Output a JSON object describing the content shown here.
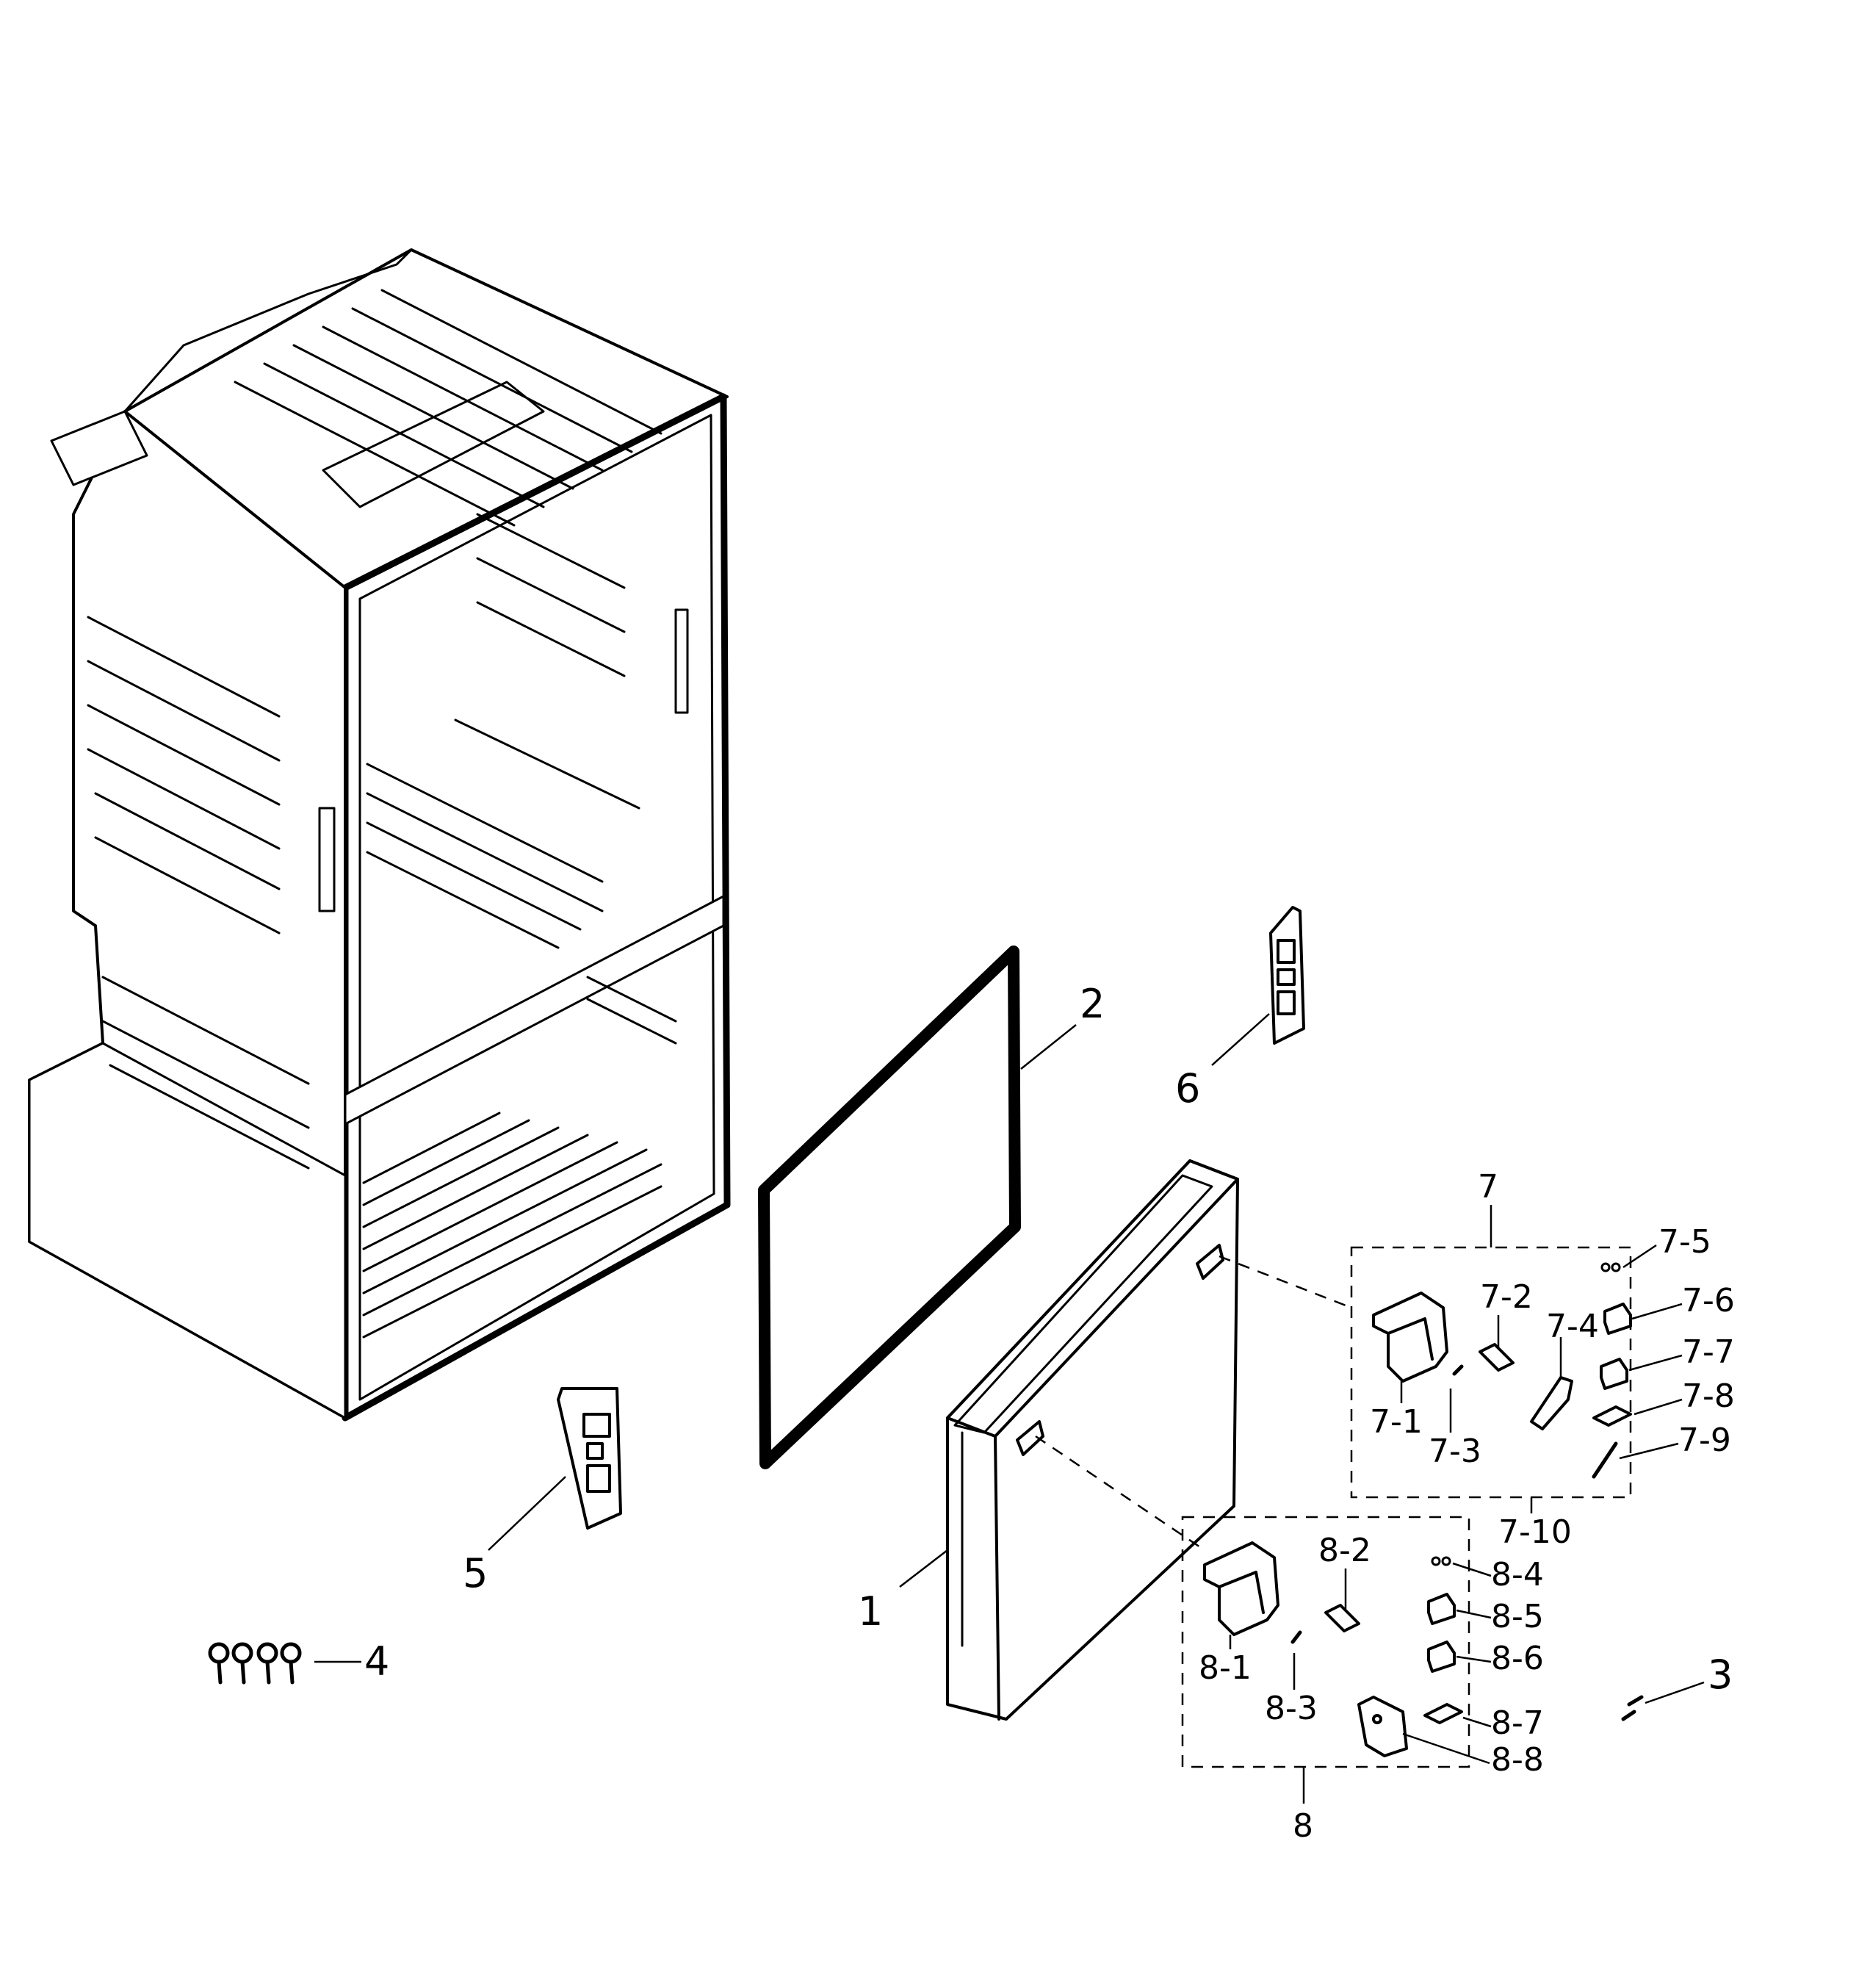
{
  "callouts": {
    "c1": "1",
    "c2": "2",
    "c3": "3",
    "c4": "4",
    "c5": "5",
    "c6": "6",
    "c7": "7",
    "c7_1": "7-1",
    "c7_2": "7-2",
    "c7_3": "7-3",
    "c7_4": "7-4",
    "c7_5": "7-5",
    "c7_6": "7-6",
    "c7_7": "7-7",
    "c7_8": "7-8",
    "c7_9": "7-9",
    "c7_10": "7-10",
    "c8": "8",
    "c8_1": "8-1",
    "c8_2": "8-2",
    "c8_3": "8-3",
    "c8_4": "8-4",
    "c8_5": "8-5",
    "c8_6": "8-6",
    "c8_7": "8-7",
    "c8_8": "8-8"
  }
}
